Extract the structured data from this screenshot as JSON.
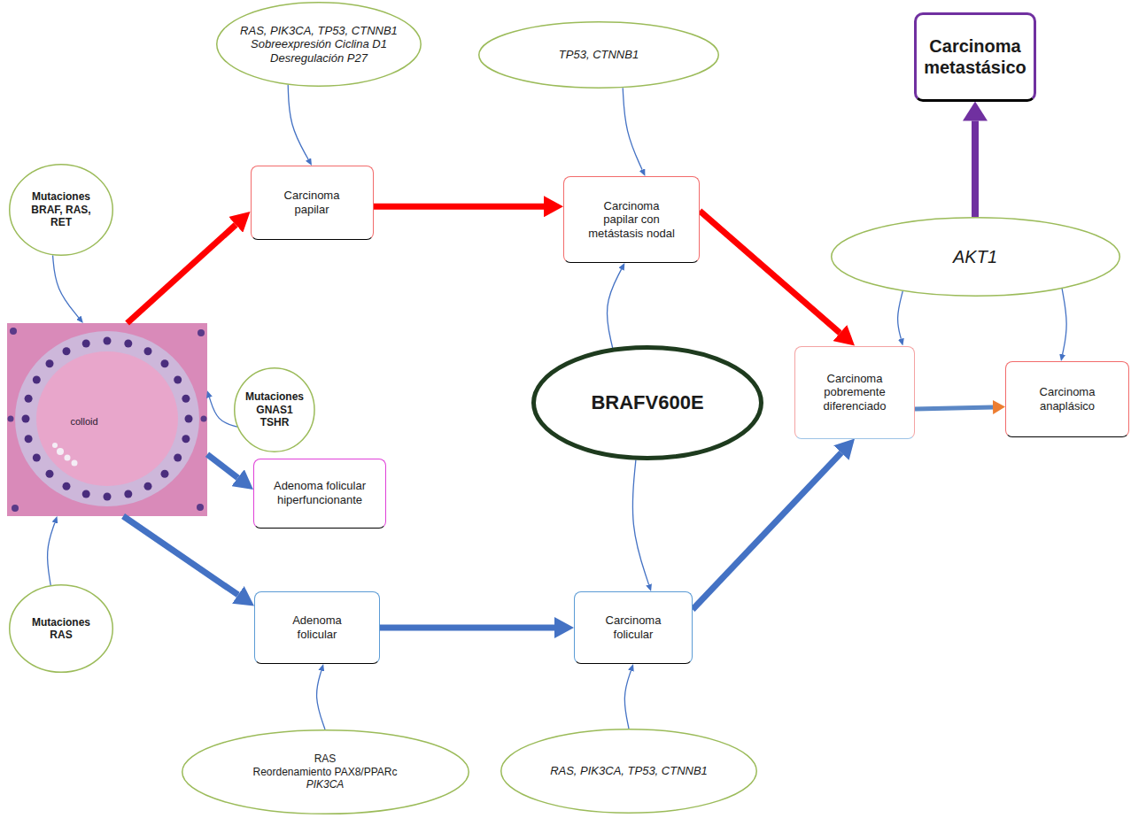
{
  "diagram": {
    "nodes": [
      {
        "text": [
          "RAS, PIK3CA, TP53, CTNNB1",
          "Sobreexpresión Ciclina D1",
          "Desregulación P27"
        ]
      },
      {
        "text": [
          "TP53, CTNNB1"
        ]
      },
      {
        "text": [
          "Carcinoma metastásico"
        ]
      },
      {
        "text": [
          "Mutaciones BRAF, RAS, RET"
        ]
      },
      {
        "text": [
          "Carcinoma papilar"
        ]
      },
      {
        "text": [
          "Carcinoma papilar con metástasis nodal"
        ]
      },
      {
        "text": [
          "AKT1"
        ]
      },
      {
        "text": [
          "colloid"
        ]
      },
      {
        "text": [
          "Mutaciones GNAS1 TSHR"
        ]
      },
      {
        "text": [
          "BRAFV600E"
        ]
      },
      {
        "text": [
          "Carcinoma pobremente diferenciado"
        ]
      },
      {
        "text": [
          "Carcinoma anaplásico"
        ]
      },
      {
        "text": [
          "Adenoma folicular hiperfuncionante"
        ]
      },
      {
        "text": [
          "Mutaciones RAS"
        ]
      },
      {
        "text": [
          "Adenoma folicular"
        ]
      },
      {
        "text": [
          "Carcinoma folicular"
        ]
      },
      {
        "text": [
          "RAS",
          "Reordenamiento PAX8/PPARc",
          "PIK3CA"
        ]
      },
      {
        "text": [
          "RAS, PIK3CA, TP53, CTNNB1"
        ]
      }
    ],
    "edges": [
      {
        "from": 0,
        "to": 4,
        "arrow": "to"
      },
      {
        "from": 1,
        "to": 5,
        "arrow": "to"
      },
      {
        "from": 3,
        "to": 7,
        "arrow": "to"
      },
      {
        "from": 7,
        "to": 4,
        "arrow": "to"
      },
      {
        "from": 4,
        "to": 5,
        "arrow": "to"
      },
      {
        "from": 5,
        "to": 10,
        "arrow": "to"
      },
      {
        "from": 6,
        "to": 2,
        "arrow": "to"
      },
      {
        "from": 6,
        "to": 10,
        "arrow": "to"
      },
      {
        "from": 6,
        "to": 11,
        "arrow": "to"
      },
      {
        "from": 9,
        "to": 5,
        "arrow": "to"
      },
      {
        "from": 8,
        "to": 7,
        "arrow": "to"
      },
      {
        "from": 7,
        "to": 12,
        "arrow": "to"
      },
      {
        "from": 10,
        "to": 11,
        "arrow": "to"
      },
      {
        "from": 7,
        "to": 14,
        "arrow": "to"
      },
      {
        "from": 14,
        "to": 15,
        "arrow": "to"
      },
      {
        "from": 9,
        "to": 15,
        "arrow": "to"
      },
      {
        "from": 15,
        "to": 10,
        "arrow": "to"
      },
      {
        "from": 13,
        "to": 7,
        "arrow": "to"
      },
      {
        "from": 16,
        "to": 14,
        "arrow": "to"
      },
      {
        "from": 17,
        "to": 15,
        "arrow": "to"
      }
    ]
  }
}
